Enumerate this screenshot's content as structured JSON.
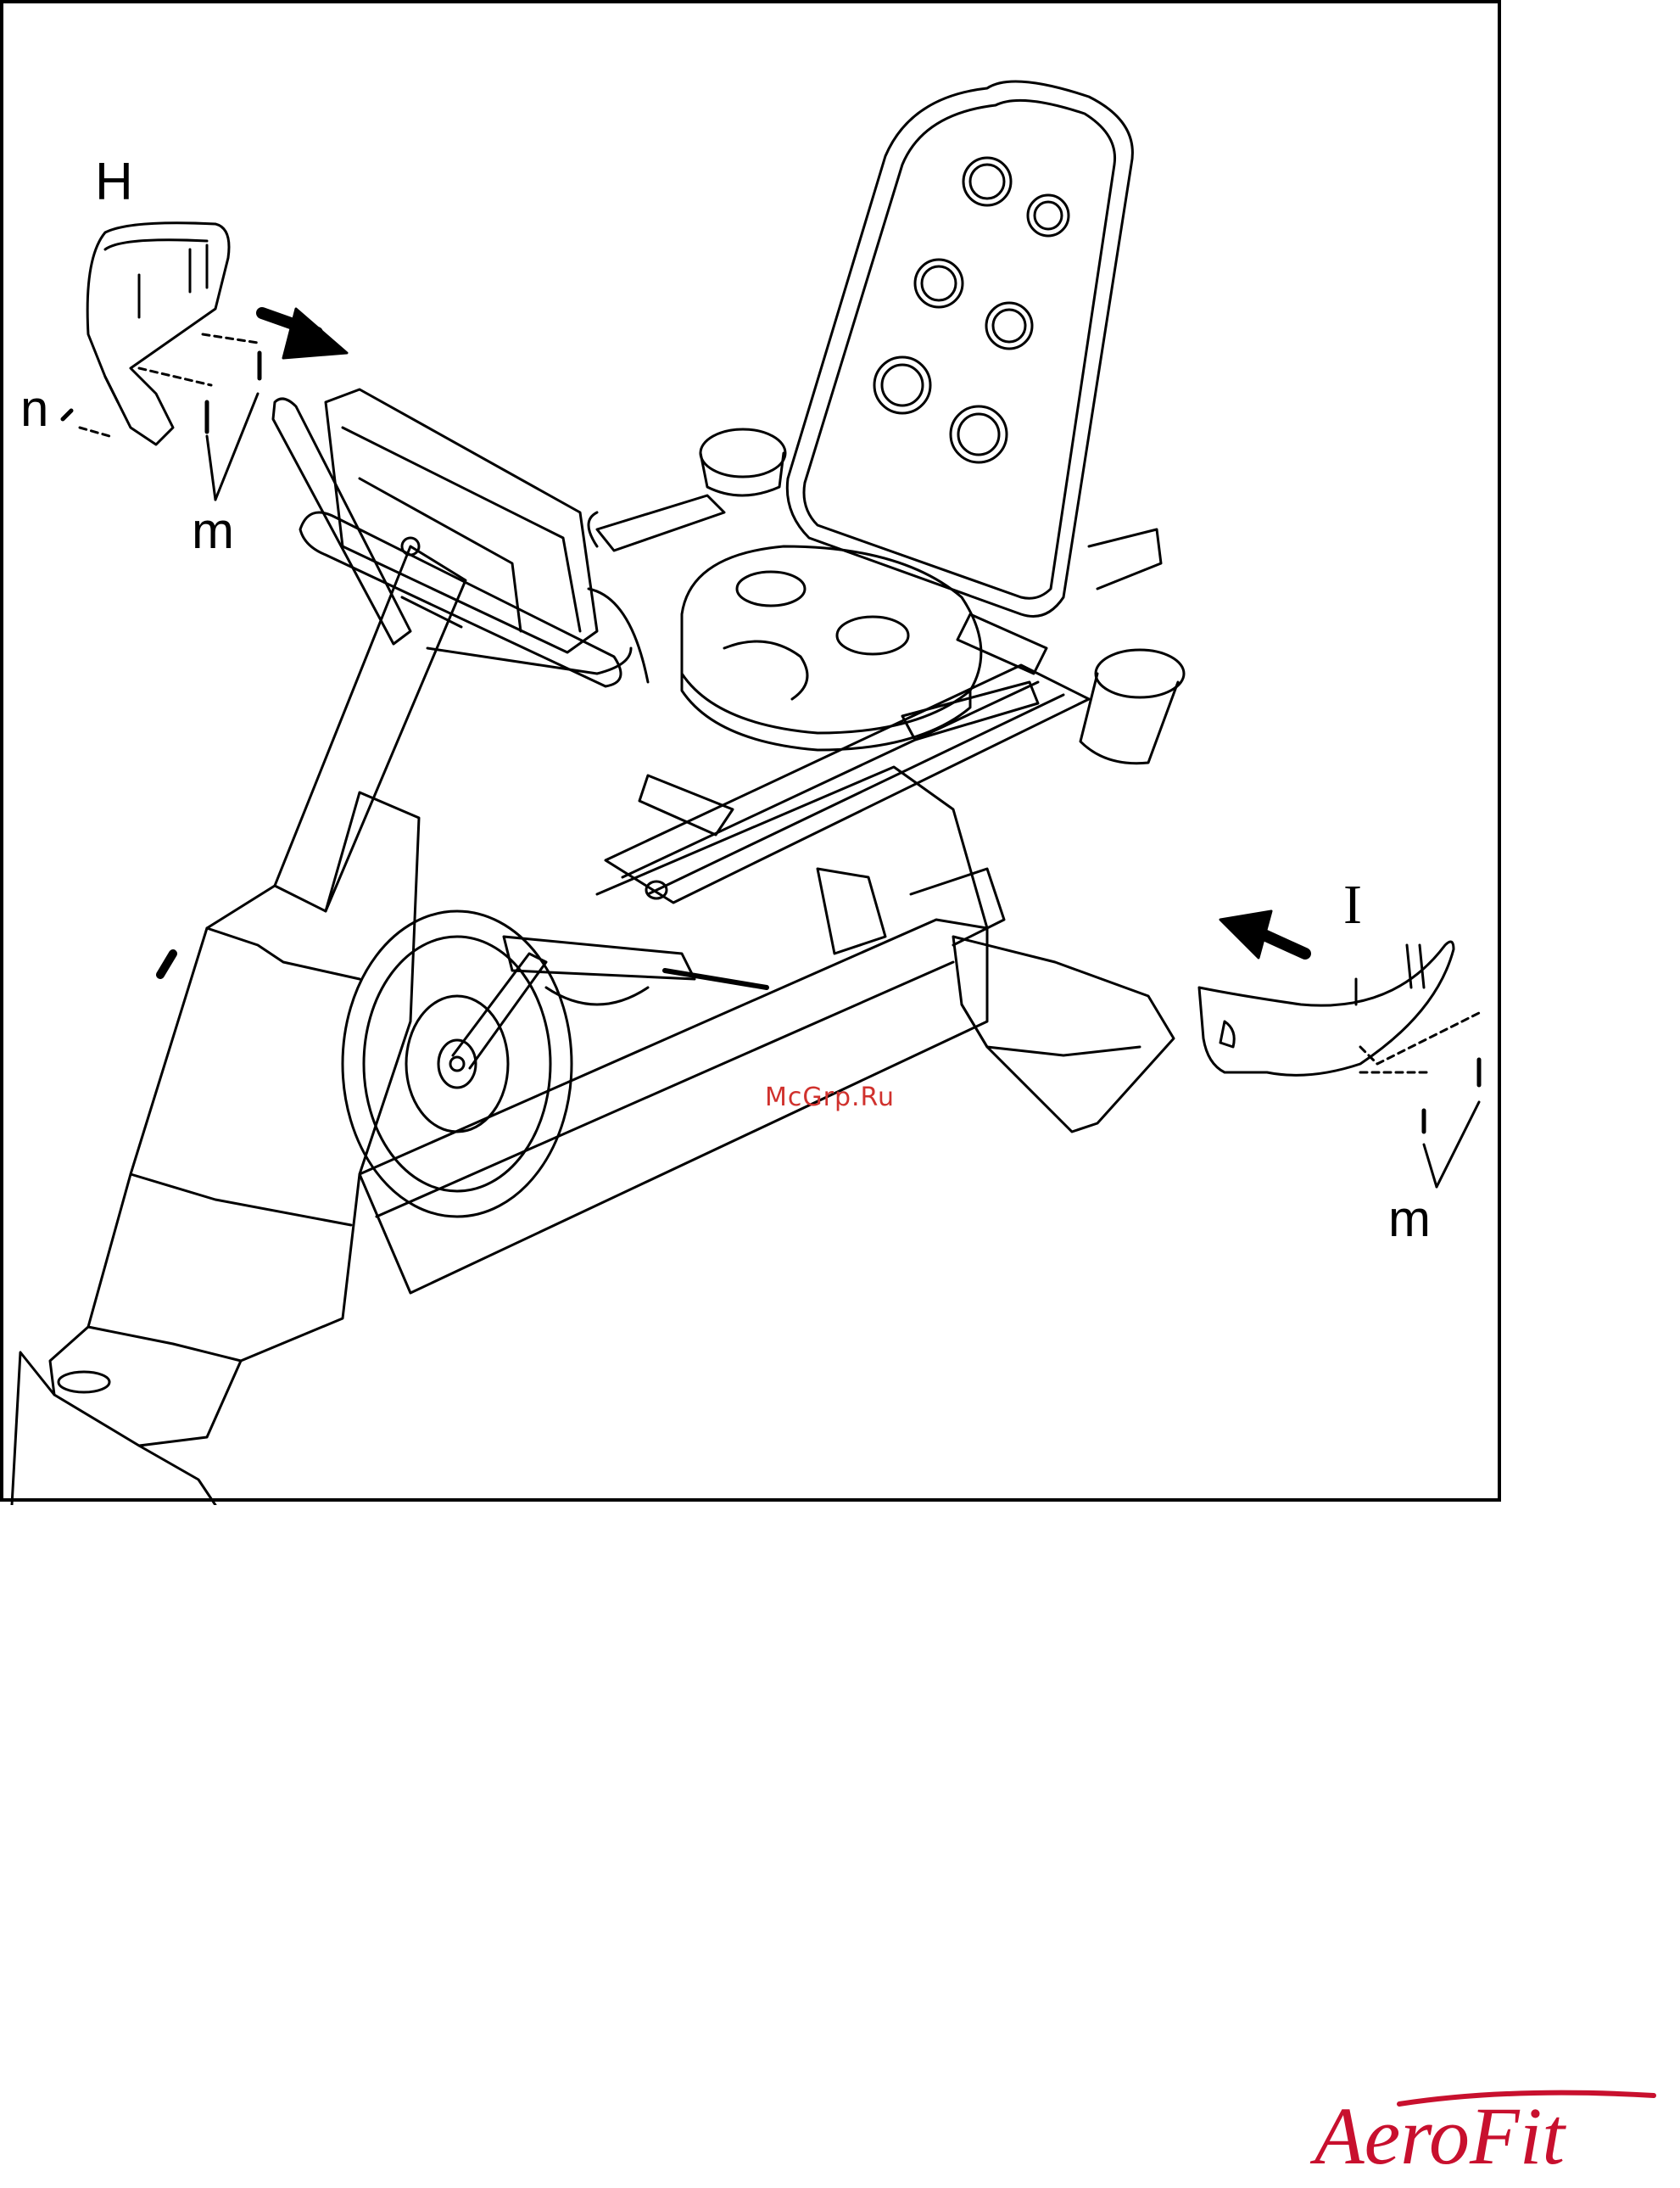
{
  "figure": {
    "label_h": "H",
    "label_n": "n",
    "label_m_left": "m",
    "label_i": "I",
    "label_m_right": "m"
  },
  "watermark": {
    "text": "McGrp.Ru",
    "color": "#d0312d"
  },
  "brand": {
    "logo_text": "AeroFit",
    "color": "#c8102e"
  },
  "icons": [
    "arrow-right-down-icon",
    "arrow-left-up-icon",
    "screw-icon"
  ]
}
